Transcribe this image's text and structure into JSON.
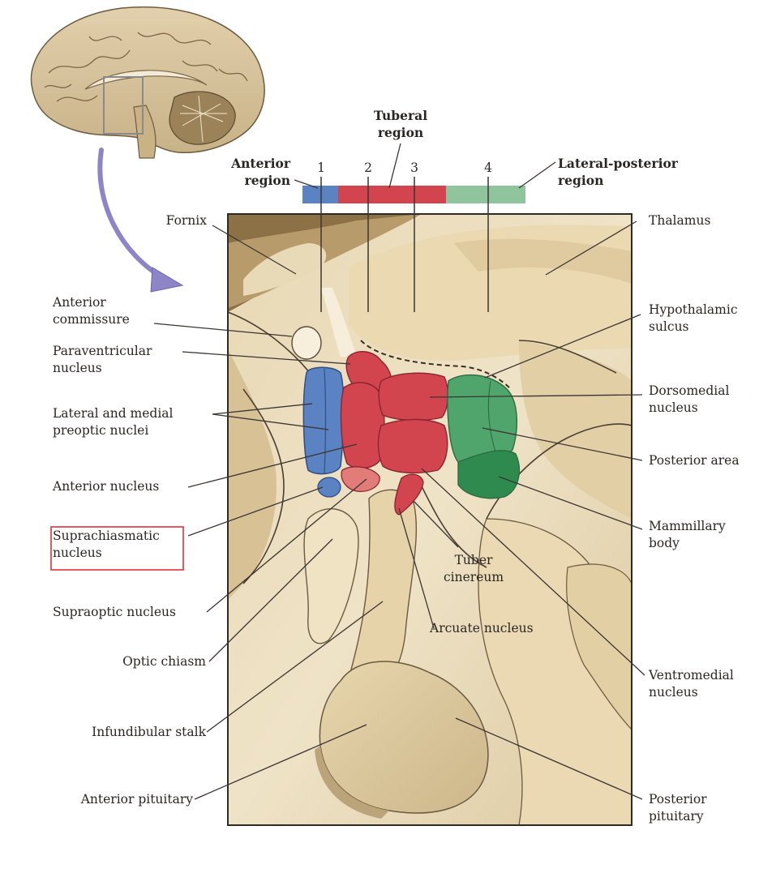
{
  "colors": {
    "anterior": "#5b83c4",
    "tuberal": "#d2454e",
    "lateral_posterior": "#8fc49d",
    "highlight_box": "#e0303a",
    "tissue_light": "#efe3c7",
    "tissue_mid": "#d9c79f",
    "tissue_dark": "#8a6d42"
  },
  "regions": {
    "anterior": "Anterior\nregion",
    "tuberal": "Tuberal\nregion",
    "lateral_posterior": "Lateral-posterior\nregion"
  },
  "section_numbers": [
    "1",
    "2",
    "3",
    "4"
  ],
  "labels": {
    "fornix": "Fornix",
    "thalamus": "Thalamus",
    "anterior_commissure": "Anterior\ncommissure",
    "hypothalamic_sulcus": "Hypothalamic\nsulcus",
    "paraventricular_nucleus": "Paraventricular\nnucleus",
    "dorsomedial_nucleus": "Dorsomedial\nnucleus",
    "preoptic_nuclei": "Lateral and medial\npreoptic nuclei",
    "posterior_area": "Posterior area",
    "anterior_nucleus": "Anterior nucleus",
    "mammillary_body": "Mammillary\nbody",
    "suprachiasmatic_nucleus": "Suprachiasmatic\nnucleus",
    "tuber_cinereum": "Tuber\ncinereum",
    "supraoptic_nucleus": "Supraoptic nucleus",
    "arcuate_nucleus": "Arcuate nucleus",
    "optic_chiasm": "Optic chiasm",
    "ventromedial_nucleus": "Ventromedial\nnucleus",
    "infundibular_stalk": "Infundibular stalk",
    "anterior_pituitary": "Anterior pituitary",
    "posterior_pituitary": "Posterior\npituitary"
  },
  "highlighted_label": "suprachiasmatic_nucleus"
}
